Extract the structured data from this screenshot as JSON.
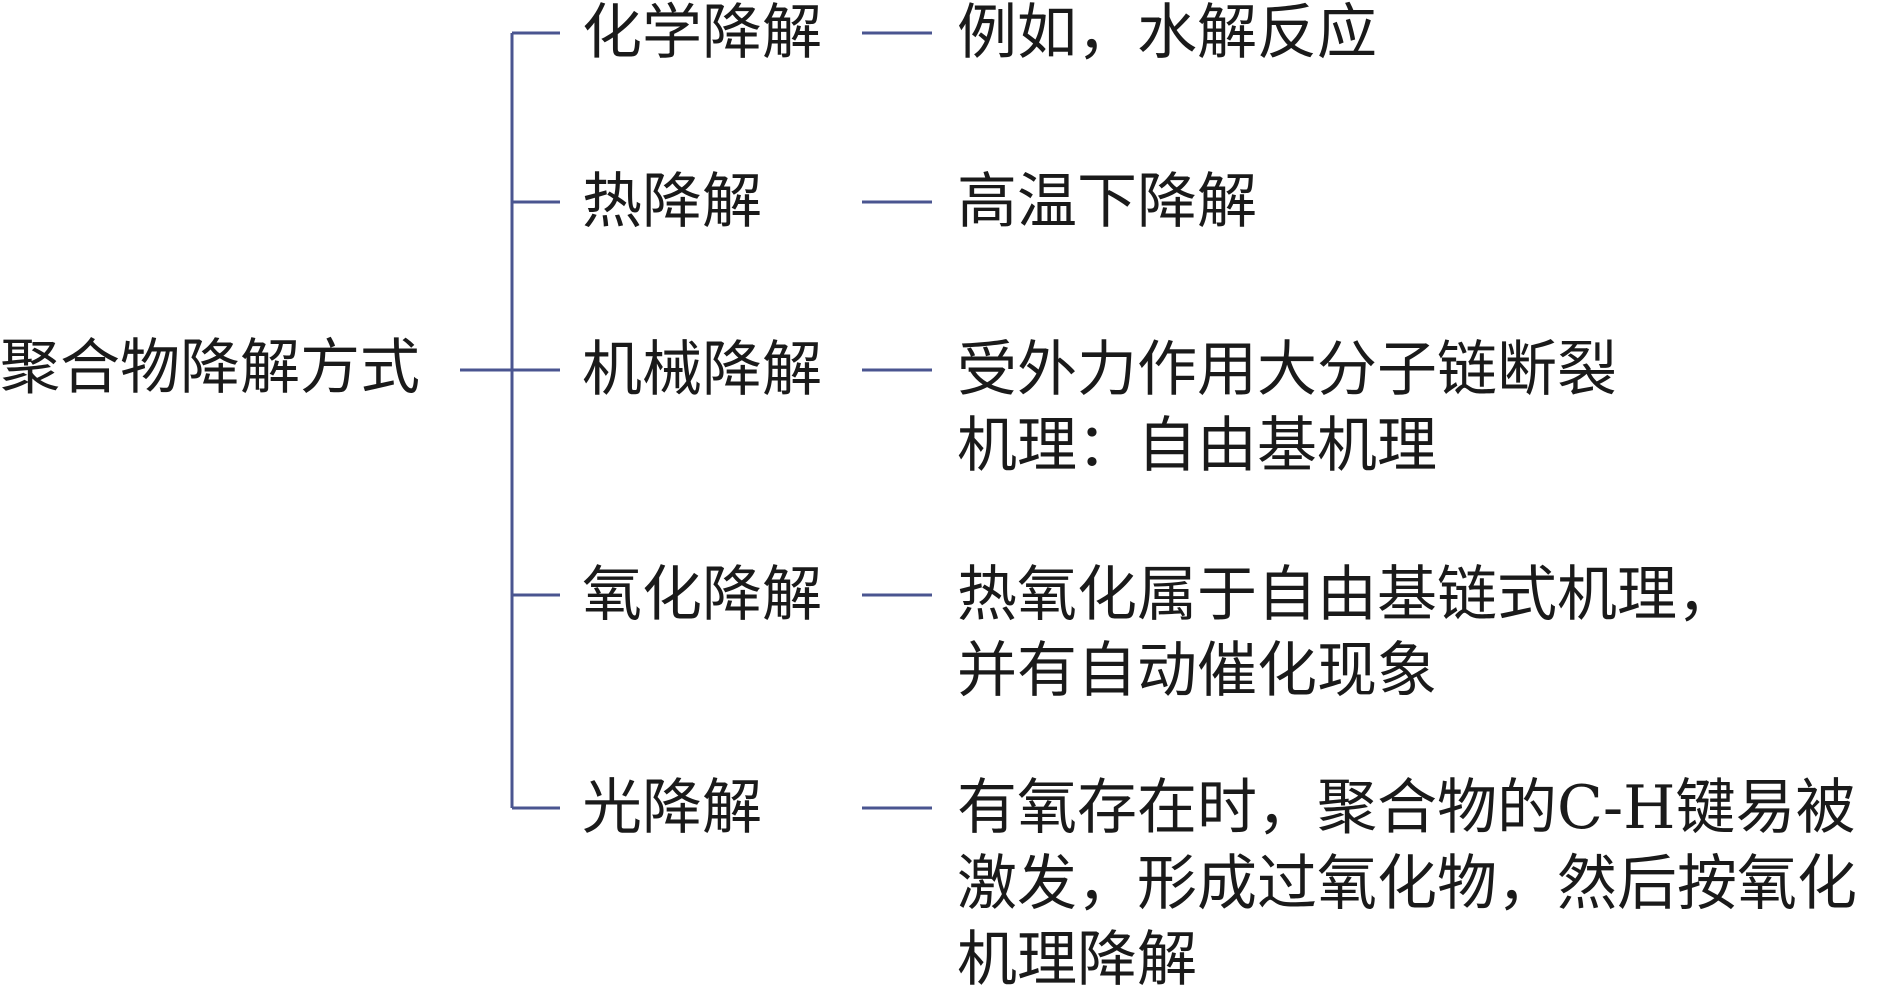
{
  "root": {
    "label": "聚合物降解方式"
  },
  "branches": [
    {
      "label": "化学降解",
      "desc": [
        "例如，水解反应"
      ]
    },
    {
      "label": "热降解",
      "desc": [
        "高温下降解"
      ]
    },
    {
      "label": "机械降解",
      "desc": [
        "受外力作用大分子链断裂",
        "机理：自由基机理"
      ]
    },
    {
      "label": "氧化降解",
      "desc": [
        "热氧化属于自由基链式机理，",
        "并有自动催化现象"
      ]
    },
    {
      "label": "光降解",
      "desc": [
        "有氧存在时，聚合物的C-H键易被",
        "激发，形成过氧化物，然后按氧化",
        "机理降解"
      ]
    }
  ],
  "colors": {
    "connector": "#4a5590",
    "text": "#1a1a1a"
  }
}
